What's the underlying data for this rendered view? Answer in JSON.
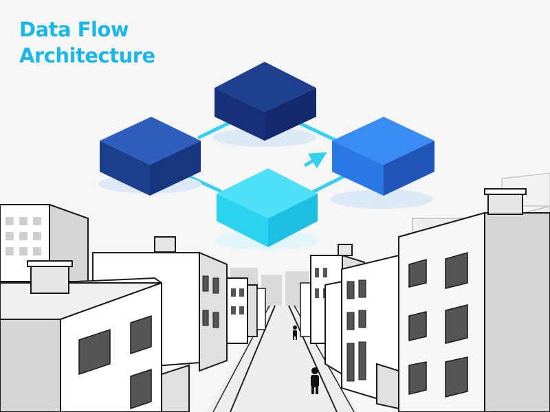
{
  "title": {
    "line1": "Data Flow",
    "line2": "Architecture"
  },
  "colors": {
    "accent_text": "#1ab8e8",
    "block_navy": "#1c3f8c",
    "block_deep_navy": "#16307a",
    "block_blue": "#2a78e6",
    "block_cyan": "#2cd3f0",
    "connector": "#33d0f0",
    "building_line": "#1a1a1a",
    "building_fill": "#ffffff",
    "building_shade": "#d6d6d6"
  },
  "diagram": {
    "blocks": [
      {
        "name": "left-block",
        "color": "#1c3f8c"
      },
      {
        "name": "top-block",
        "color": "#16307a"
      },
      {
        "name": "right-block",
        "color": "#2a78e6"
      },
      {
        "name": "center-block",
        "color": "#2cd3f0"
      }
    ]
  }
}
